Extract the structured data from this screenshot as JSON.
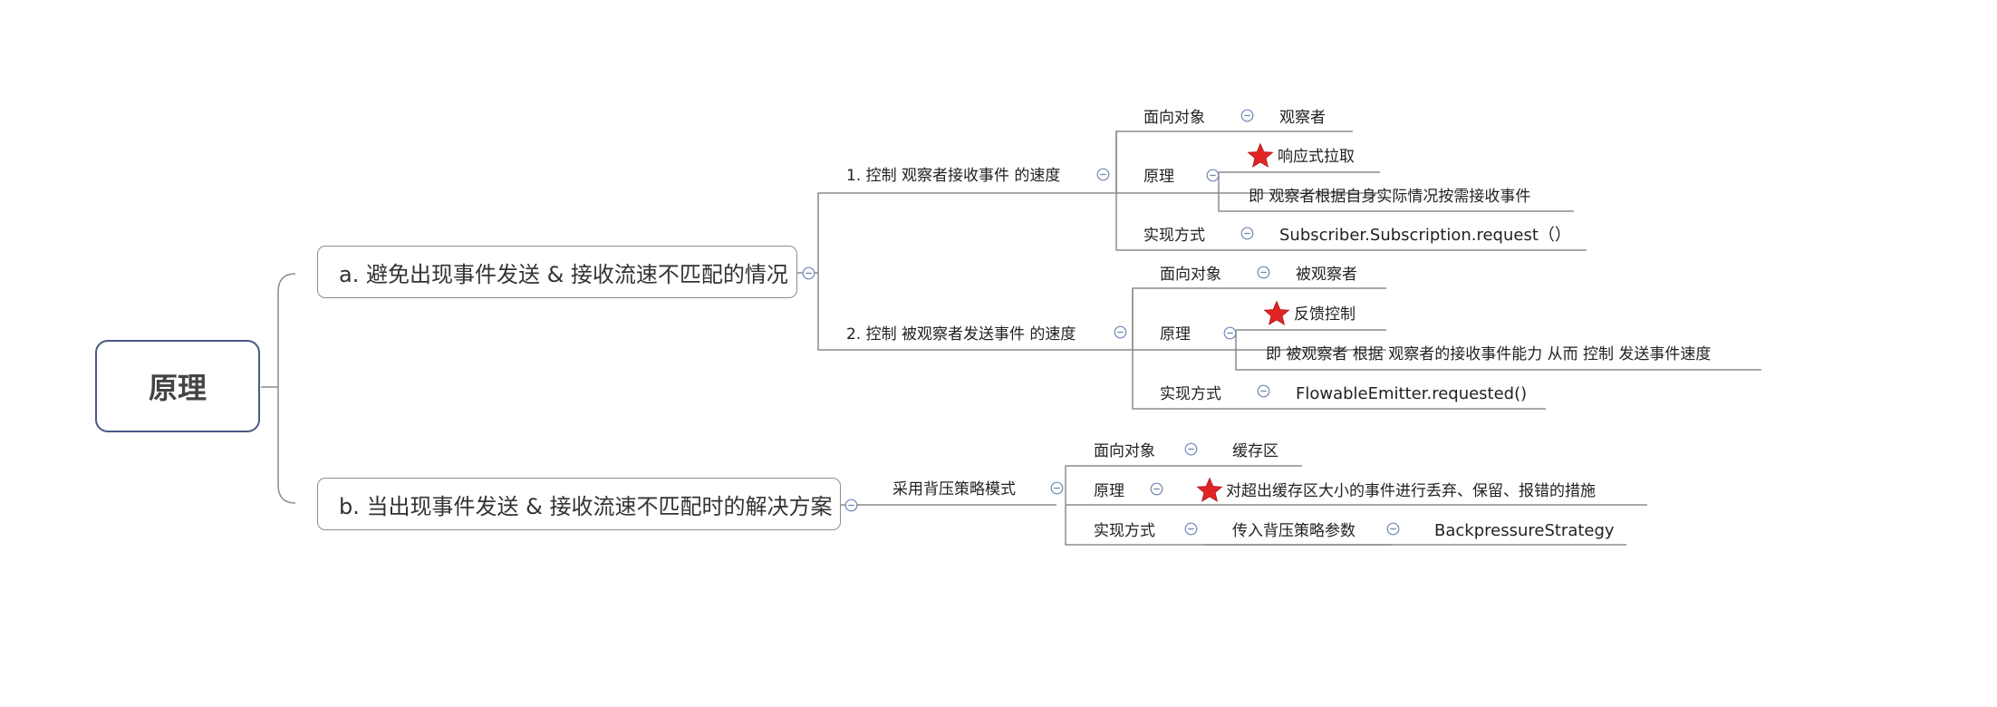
{
  "root": {
    "label": "原理"
  },
  "branch_a": {
    "label": "a. 避免出现事件发送 & 接收流速不匹配的情况",
    "sub1": {
      "label": "1. 控制 观察者接收事件 的速度",
      "target_label": "面向对象",
      "target_value": "观察者",
      "principle_label": "原理",
      "principle_star": "响应式拉取",
      "principle_detail": "即 观察者根据自身实际情况按需接收事件",
      "impl_label": "实现方式",
      "impl_value": "Subscriber.Subscription.request（）"
    },
    "sub2": {
      "label": "2. 控制 被观察者发送事件 的速度",
      "target_label": "面向对象",
      "target_value": "被观察者",
      "principle_label": "原理",
      "principle_star": "反馈控制",
      "principle_detail": "即 被观察者 根据 观察者的接收事件能力 从而 控制 发送事件速度",
      "impl_label": "实现方式",
      "impl_value": "FlowableEmitter.requested()"
    }
  },
  "branch_b": {
    "label": "b. 当出现事件发送 & 接收流速不匹配时的解决方案",
    "sub": {
      "label": "采用背压策略模式",
      "target_label": "面向对象",
      "target_value": "缓存区",
      "principle_label": "原理",
      "principle_star": "对超出缓存区大小的事件进行丢弃、保留、报错的措施",
      "impl_label": "实现方式",
      "impl_value": "传入背压策略参数",
      "impl_sub_value": "BackpressureStrategy"
    }
  },
  "colors": {
    "line": "#8c8c8c",
    "root_border": "#4a5a85",
    "collapse": "#6f86b5",
    "star": "#e02424"
  }
}
